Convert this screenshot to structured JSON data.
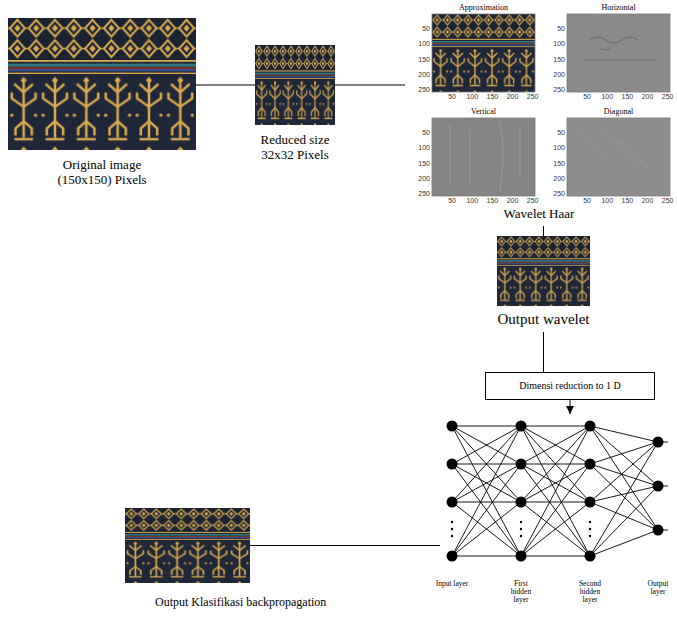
{
  "diagram": {
    "nodes": [
      {
        "text": [
          "Original image (150x150) Pixels"
        ]
      },
      {
        "text": [
          "Reduced size 32x32 Pixels"
        ]
      },
      {
        "text": [
          "Wavelet Haar"
        ]
      },
      {
        "text": [
          "Approximation"
        ],
        "in": 2
      },
      {
        "text": [
          "Horizontal"
        ],
        "in": 2
      },
      {
        "text": [
          "Vertical"
        ],
        "in": 2
      },
      {
        "text": [
          "Diagonal"
        ],
        "in": 2
      },
      {
        "text": [
          "Output wavelet"
        ]
      },
      {
        "text": [
          "Dimensi reduction to 1 D"
        ]
      },
      {
        "text": [
          "Input layer",
          "First hidden layer",
          "Second hidden layer",
          "Output layer"
        ]
      },
      {
        "text": [
          "Output Klasifikasi backpropagation"
        ]
      }
    ],
    "edges": [
      {
        "from": 0,
        "to": 1,
        "arrow": "none"
      },
      {
        "from": 1,
        "to": 2,
        "arrow": "none"
      },
      {
        "from": 2,
        "to": 7,
        "arrow": "none"
      },
      {
        "from": 7,
        "to": 8,
        "arrow": "none"
      },
      {
        "from": 8,
        "to": 9,
        "arrow": "to"
      },
      {
        "from": 9,
        "to": 10,
        "arrow": "none"
      }
    ],
    "labels": [
      "50",
      "100",
      "150",
      "200",
      "250",
      "50",
      "100",
      "150",
      "200",
      "250",
      "50",
      "100",
      "150",
      "200",
      "250",
      "50",
      "100",
      "150",
      "200",
      "250",
      "50",
      "100",
      "150",
      "200",
      "250",
      "50",
      "100",
      "150",
      "200",
      "250",
      "50",
      "100",
      "150",
      "200",
      "250",
      "50",
      "100",
      "150",
      "200",
      "250"
    ]
  }
}
